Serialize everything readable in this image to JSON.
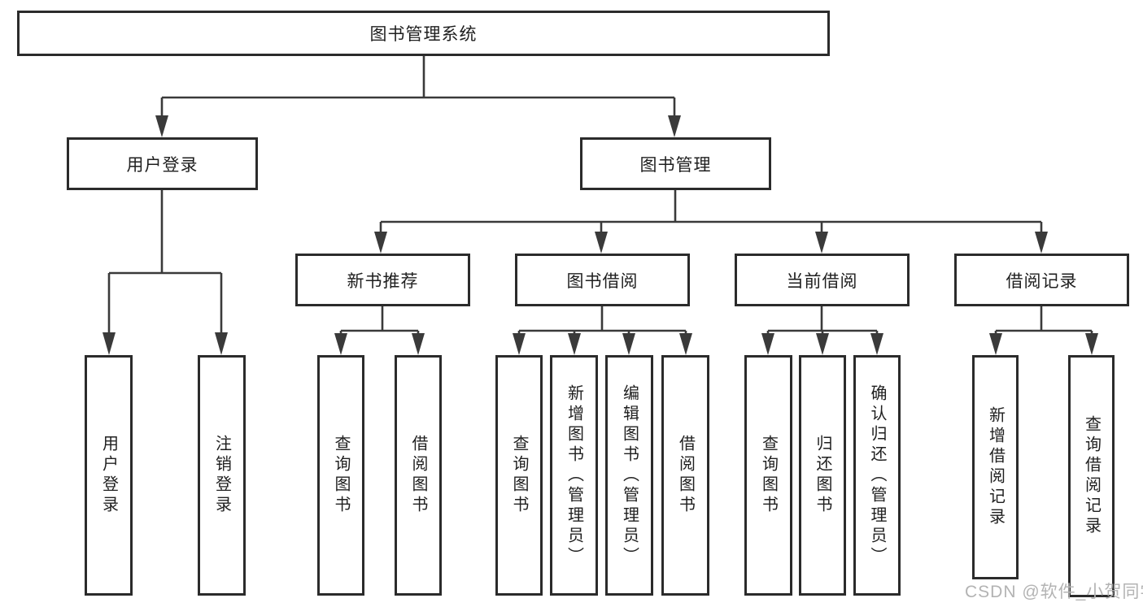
{
  "tree": {
    "root": {
      "label": "图书管理系统"
    },
    "branches": [
      {
        "label": "用户登录",
        "children": [
          {
            "label": "用户登录"
          },
          {
            "label": "注销登录"
          }
        ]
      },
      {
        "label": "图书管理",
        "children": [
          {
            "label": "新书推荐",
            "children": [
              {
                "label": "查询图书"
              },
              {
                "label": "借阅图书"
              }
            ]
          },
          {
            "label": "图书借阅",
            "children": [
              {
                "label": "查询图书"
              },
              {
                "label": "新增图书（管理员）"
              },
              {
                "label": "编辑图书（管理员）"
              },
              {
                "label": "借阅图书"
              }
            ]
          },
          {
            "label": "当前借阅",
            "children": [
              {
                "label": "查询图书"
              },
              {
                "label": "归还图书"
              },
              {
                "label": "确认归还（管理员）"
              }
            ]
          },
          {
            "label": "借阅记录",
            "children": [
              {
                "label": "新增借阅记录"
              },
              {
                "label": "查询借阅记录"
              }
            ]
          }
        ]
      }
    ]
  },
  "watermark": {
    "text": "CSDN @软件_小贺同学"
  },
  "colors": {
    "line": "#3a3a3a",
    "border": "#2b2b2b",
    "text": "#1f1f1f",
    "background": "#ffffff",
    "watermark": "#b3b3b3"
  }
}
